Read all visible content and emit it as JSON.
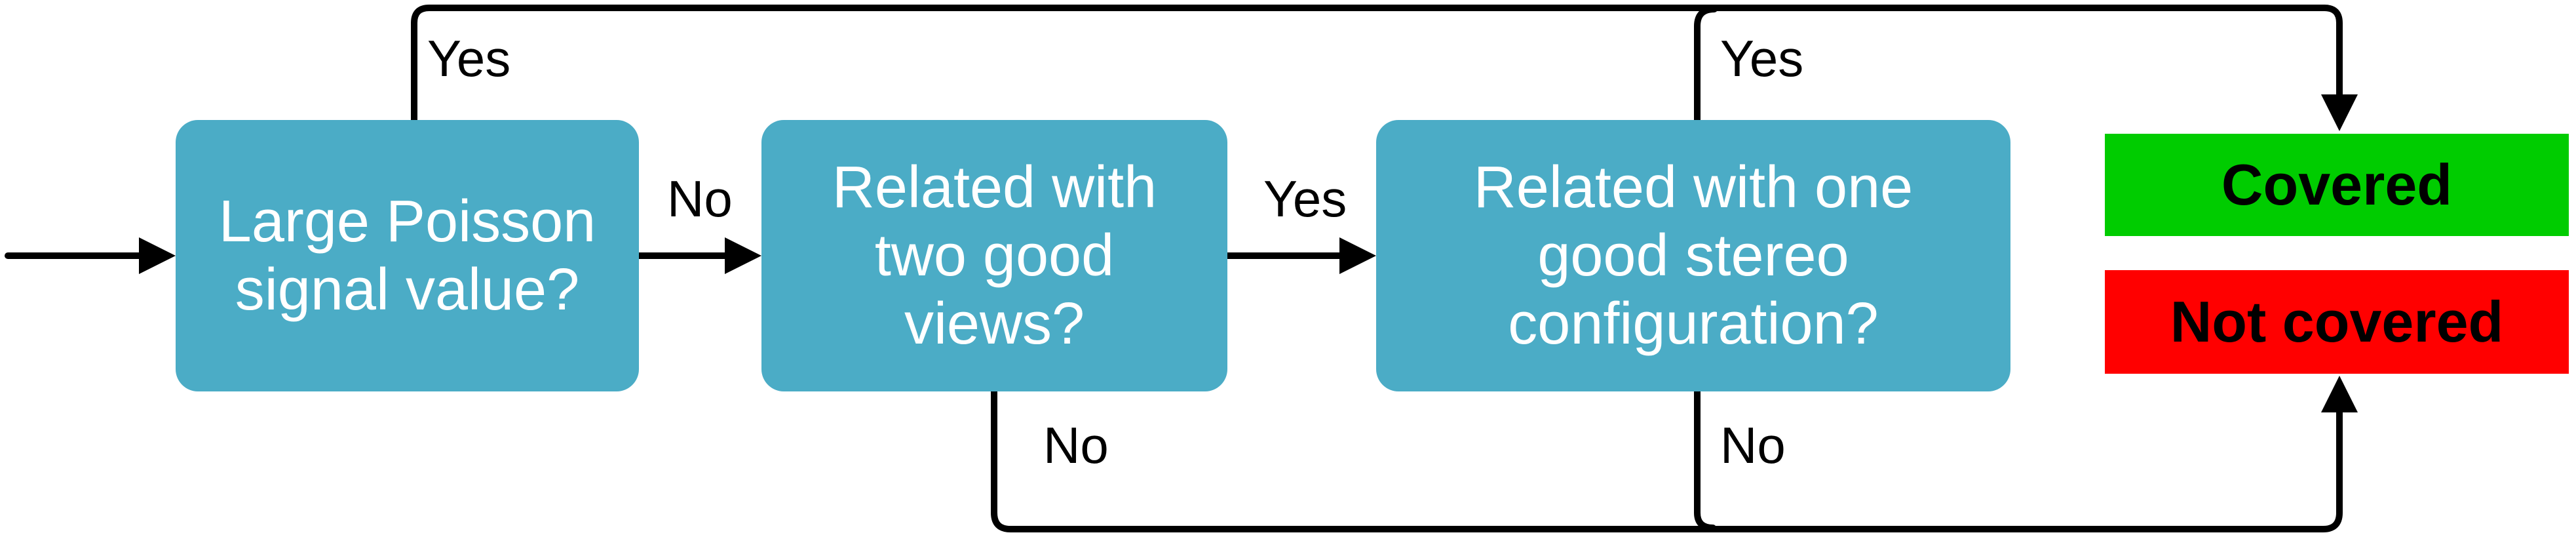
{
  "nodes": {
    "signal_check": "Large Poisson\nsignal value?",
    "two_views_check": "Related with\ntwo good\nviews?",
    "stereo_check": "Related with  one\ngood stereo\nconfiguration?"
  },
  "outcomes": {
    "covered": {
      "label": "Covered",
      "color": "#00cc00"
    },
    "not_covered": {
      "label": "Not covered",
      "color": "#ff0000"
    }
  },
  "edge_labels": {
    "signal_yes": "Yes",
    "signal_no": "No",
    "two_views_yes": "Yes",
    "stereo_yes": "Yes",
    "two_views_no": "No",
    "stereo_no": "No"
  },
  "colors": {
    "node_fill": "#4bacc6",
    "node_text": "#ffffff",
    "line": "#000000"
  }
}
